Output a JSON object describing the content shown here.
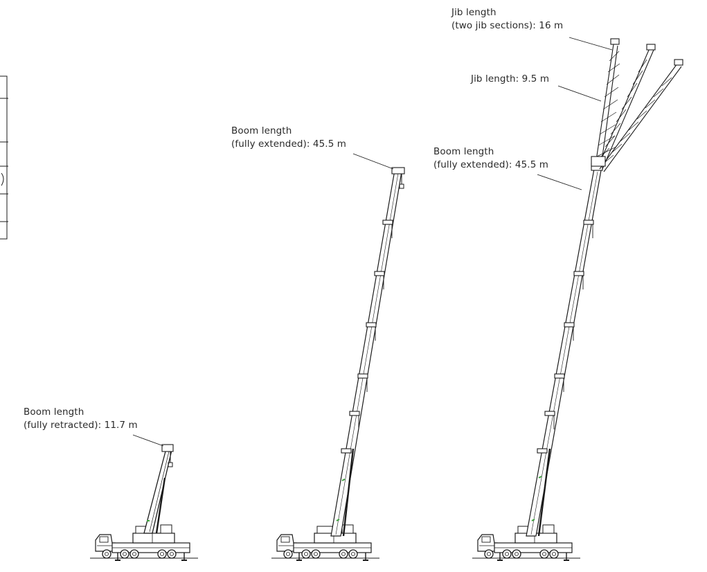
{
  "labels": {
    "retracted": {
      "line1": "Boom length",
      "line2": "(fully retracted): 11.7 m"
    },
    "extended": {
      "line1": "Boom length",
      "line2": "(fully extended): 45.5 m"
    },
    "extended_jib": {
      "line1": "Boom length",
      "line2": "(fully extended): 45.5 m"
    },
    "jib_short": {
      "text": "Jib length: 9.5 m"
    },
    "jib_long": {
      "line1": "Jib length",
      "line2": "(two jib sections): 16 m"
    }
  },
  "colors": {
    "stroke": "#1a1a1a",
    "accent": "#3aa13a",
    "text": "#2a2a2a"
  }
}
